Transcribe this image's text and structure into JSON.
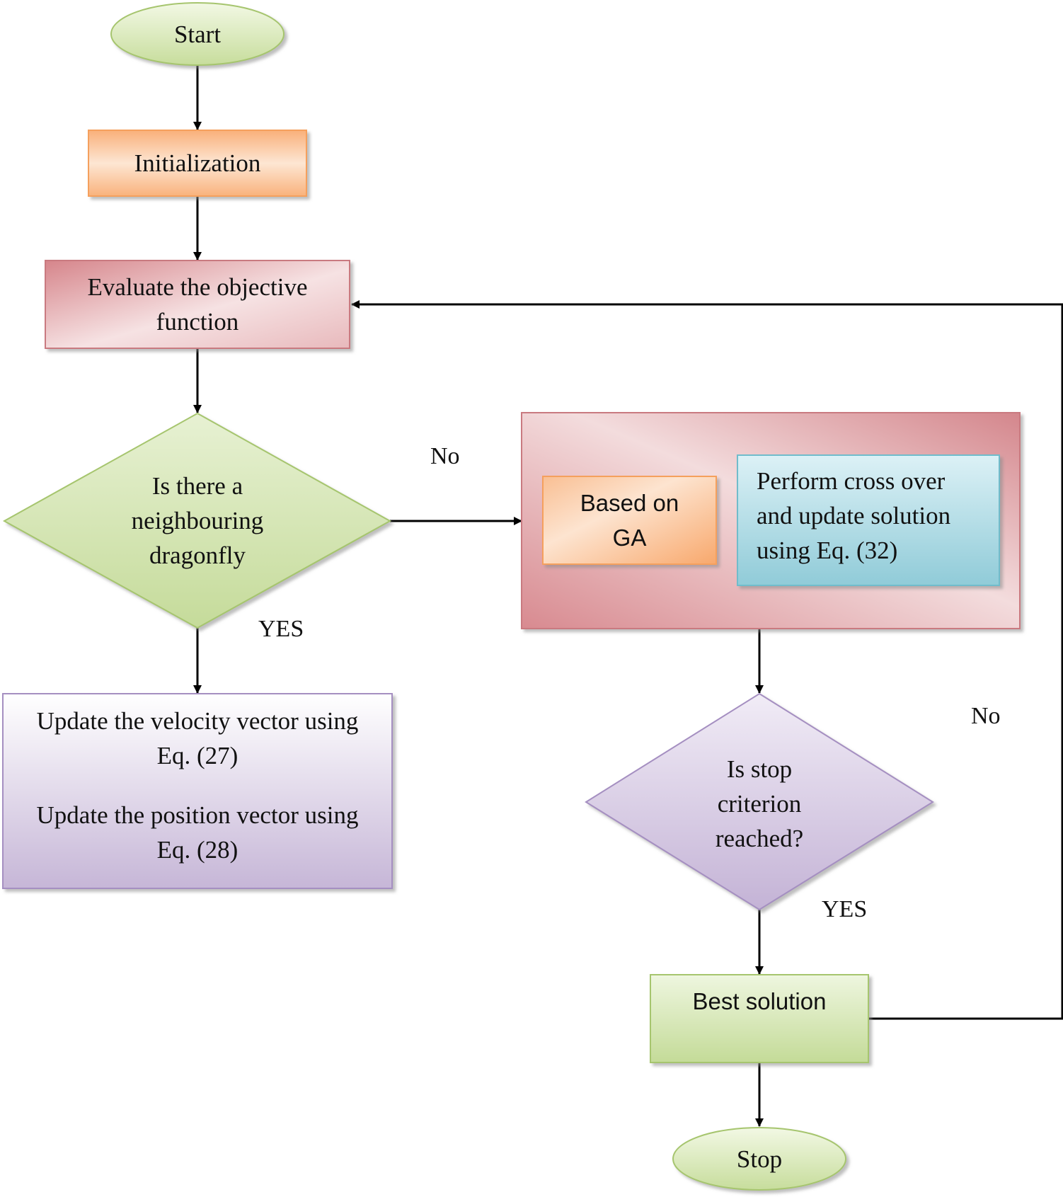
{
  "nodes": {
    "start": "Start",
    "init": "Initialization",
    "evaluate": [
      "Evaluate the objective",
      "function"
    ],
    "decision_neighbour": [
      "Is there a",
      "neighbouring",
      "dragonfly"
    ],
    "update_velocity": [
      "Update the velocity vector using",
      "Eq. (27)"
    ],
    "update_position": [
      "Update the position vector using",
      "Eq. (28)"
    ],
    "based_on_ga": [
      "Based on",
      "GA"
    ],
    "crossover": [
      "Perform cross over",
      "and update solution",
      "using Eq. (32)"
    ],
    "decision_stop": [
      "Is stop",
      "criterion",
      "reached?"
    ],
    "best": "Best solution",
    "stop": "Stop"
  },
  "edges": {
    "no_top": "No",
    "yes_left": "YES",
    "no_right": "No",
    "yes_bottom": "YES"
  },
  "colors": {
    "green_start": "#eef5de",
    "green_end": "#c9dea0",
    "green_border": "#a6c56e",
    "orange_start": "#fde8d6",
    "orange_end": "#f9b27c",
    "orange_border": "#f5a05d",
    "red_start": "#d98a90",
    "red_end": "#f5dfe0",
    "red_border": "#c97a80",
    "purple_start": "#ffffff",
    "purple_end": "#c8b8d8",
    "purple_border": "#a58fc1",
    "blue_start": "#d9f0f5",
    "blue_end": "#93cdd9",
    "blue_border": "#6fbccb",
    "line": "#000000"
  }
}
